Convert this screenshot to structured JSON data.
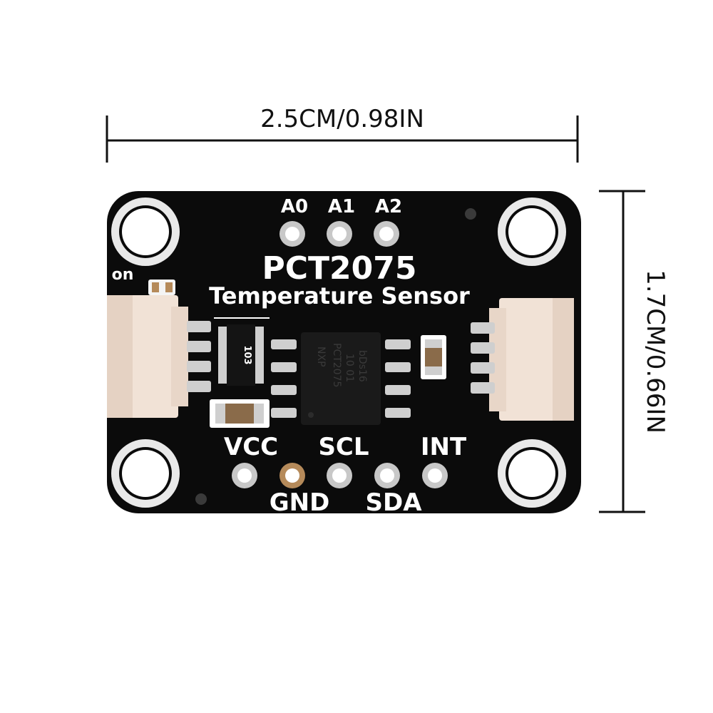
{
  "dimensions": {
    "width_label": "2.5CM/0.98IN",
    "height_label": "1.7CM/0.66IN"
  },
  "board": {
    "title": "PCT2075",
    "subtitle": "Temperature Sensor",
    "led_label": "on",
    "top_pins": [
      "A0",
      "A1",
      "A2"
    ],
    "bottom_pins_upper": [
      "VCC",
      "SCL",
      "INT"
    ],
    "bottom_pins_lower": [
      "GND",
      "SDA"
    ],
    "resistor_marking": "103",
    "chip_marking": [
      "NXP",
      "PCT2075",
      "10 01",
      "bDs16"
    ]
  },
  "colors": {
    "pcb": "#0b0b0b",
    "silkscreen": "#ffffff",
    "connector": "#f1e2d6",
    "pad": "#c8c8c8",
    "copper": "#b58a5a"
  }
}
